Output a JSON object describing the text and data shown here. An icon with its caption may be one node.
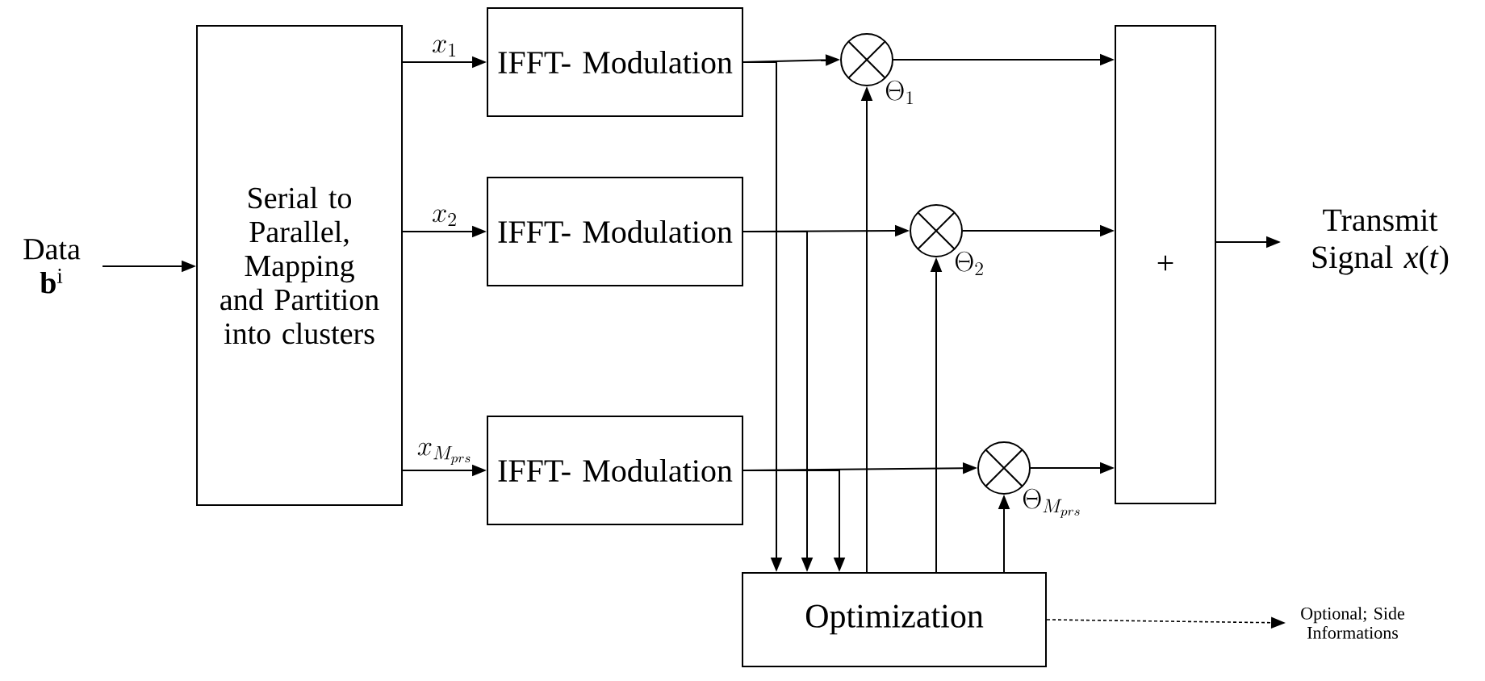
{
  "diagram": {
    "nodes": [
      {
        "text": [
          "Data",
          "**b**$^{i}$"
        ]
      },
      {
        "text": [
          "Serial to Parallel, Mapping and Partition into clusters"
        ]
      },
      {
        "text": [
          "IFFT- Modulation"
        ]
      },
      {
        "text": [
          "IFFT- Modulation"
        ]
      },
      {
        "text": [
          "IFFT- Modulation"
        ]
      },
      {
        "text": [],
        "shape": "circle"
      },
      {
        "text": [],
        "shape": "circle"
      },
      {
        "text": [],
        "shape": "circle"
      },
      {
        "text": [
          "+"
        ]
      },
      {
        "text": [
          "Transmit Signal *x*(*t*)"
        ]
      },
      {
        "text": [
          "Optimization"
        ]
      },
      {
        "text": [
          "Optional; Side Informations"
        ]
      }
    ],
    "edges": [
      {
        "from": 0,
        "to": 1,
        "arrow": "to"
      },
      {
        "from": 1,
        "to": 2,
        "arrow": "to",
        "label": "x_1"
      },
      {
        "from": 1,
        "to": 3,
        "arrow": "to",
        "label": "x_2"
      },
      {
        "from": 1,
        "to": 4,
        "arrow": "to",
        "label": "x_{M_{prs}}"
      },
      {
        "from": 2,
        "to": 5,
        "arrow": "to"
      },
      {
        "from": 3,
        "to": 6,
        "arrow": "to"
      },
      {
        "from": 4,
        "to": 7,
        "arrow": "to"
      },
      {
        "from": 5,
        "to": 8,
        "arrow": "to"
      },
      {
        "from": 6,
        "to": 8,
        "arrow": "to"
      },
      {
        "from": 7,
        "to": 8,
        "arrow": "to"
      },
      {
        "from": 8,
        "to": 9,
        "arrow": "to"
      },
      {
        "from": 2,
        "to": 10,
        "arrow": "to"
      },
      {
        "from": 3,
        "to": 10,
        "arrow": "to"
      },
      {
        "from": 4,
        "to": 10,
        "arrow": "to"
      },
      {
        "from": 10,
        "to": 5,
        "arrow": "to",
        "label": "\\Theta_1"
      },
      {
        "from": 10,
        "to": 6,
        "arrow": "to",
        "label": "\\Theta_2"
      },
      {
        "from": 10,
        "to": 7,
        "arrow": "to",
        "label": "\\Theta_{M_{prs}}"
      },
      {
        "from": 10,
        "to": 11,
        "arrow": "to",
        "style": "dashed"
      }
    ]
  }
}
